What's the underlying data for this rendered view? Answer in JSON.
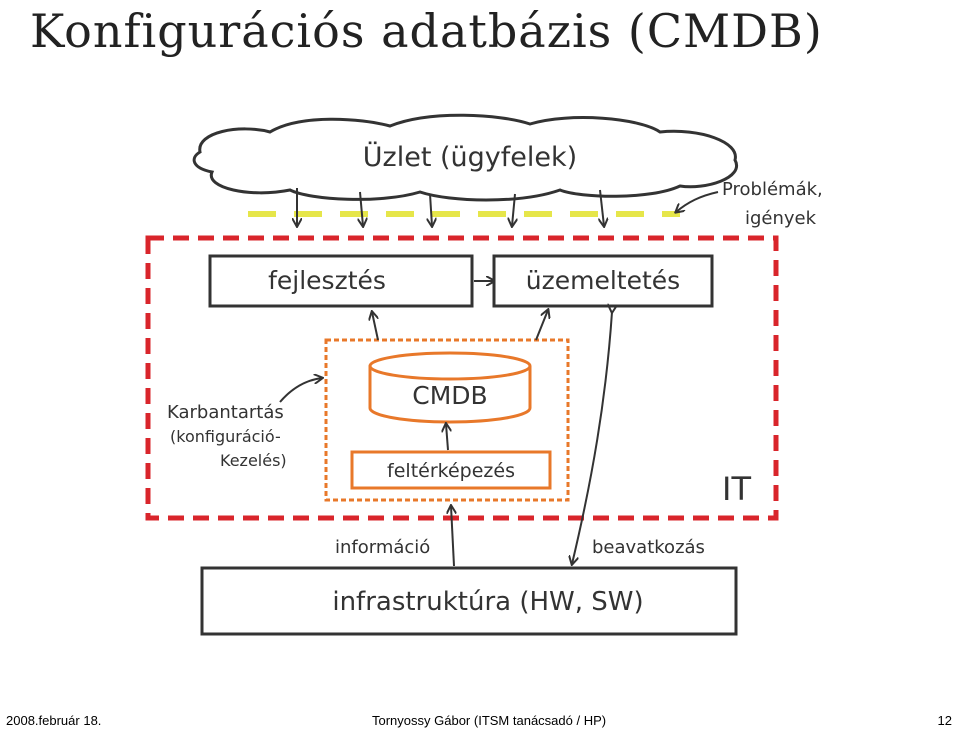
{
  "slide": {
    "title": "Konfigurációs adatbázis (CMDB)"
  },
  "diagram": {
    "business": "Üzlet (ügyfelek)",
    "problems_line1": "Problémák,",
    "problems_line2": "igények",
    "development": "fejlesztés",
    "operations": "üzemeltetés",
    "cmdb": "CMDB",
    "discovery": "feltérképezés",
    "maintenance_line1": "Karbantartás",
    "maintenance_line2": "(konfiguráció-",
    "maintenance_line3": "Kezelés)",
    "it": "IT",
    "information": "információ",
    "intervention": "beavatkozás",
    "infrastructure": "infrastruktúra (HW, SW)"
  },
  "colors": {
    "it_border": "#d9252b",
    "cmdb_orange": "#e8782a",
    "yellow_dash": "#e6e64a",
    "ink": "#333333"
  },
  "footer": {
    "date": "2008.február 18.",
    "author": "Tornyossy Gábor (ITSM tanácsadó / HP)",
    "page": "12"
  }
}
